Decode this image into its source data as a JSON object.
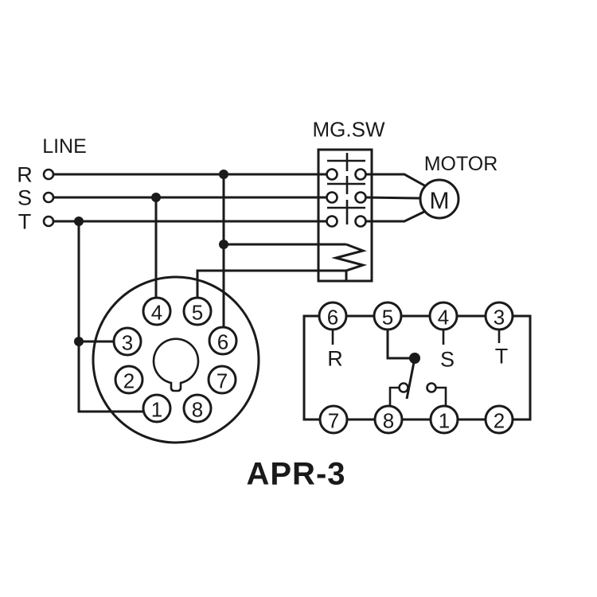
{
  "title": "APR-3",
  "colors": {
    "ink": "#1a1a1a",
    "background": "#ffffff"
  },
  "line_section": {
    "heading": "LINE",
    "phases": {
      "r": "R",
      "s": "S",
      "t": "T"
    }
  },
  "mg_sw": {
    "label": "MG.SW"
  },
  "motor": {
    "label": "MOTOR",
    "symbol": "M"
  },
  "socket": {
    "pins": {
      "p1": "1",
      "p2": "2",
      "p3": "3",
      "p4": "4",
      "p5": "5",
      "p6": "6",
      "p7": "7",
      "p8": "8"
    }
  },
  "relay": {
    "top_terminals": [
      "6",
      "5",
      "4",
      "3"
    ],
    "bottom_terminals": [
      "7",
      "8",
      "1",
      "2"
    ],
    "phase_labels": {
      "r": "R",
      "s": "S",
      "t": "T"
    }
  }
}
